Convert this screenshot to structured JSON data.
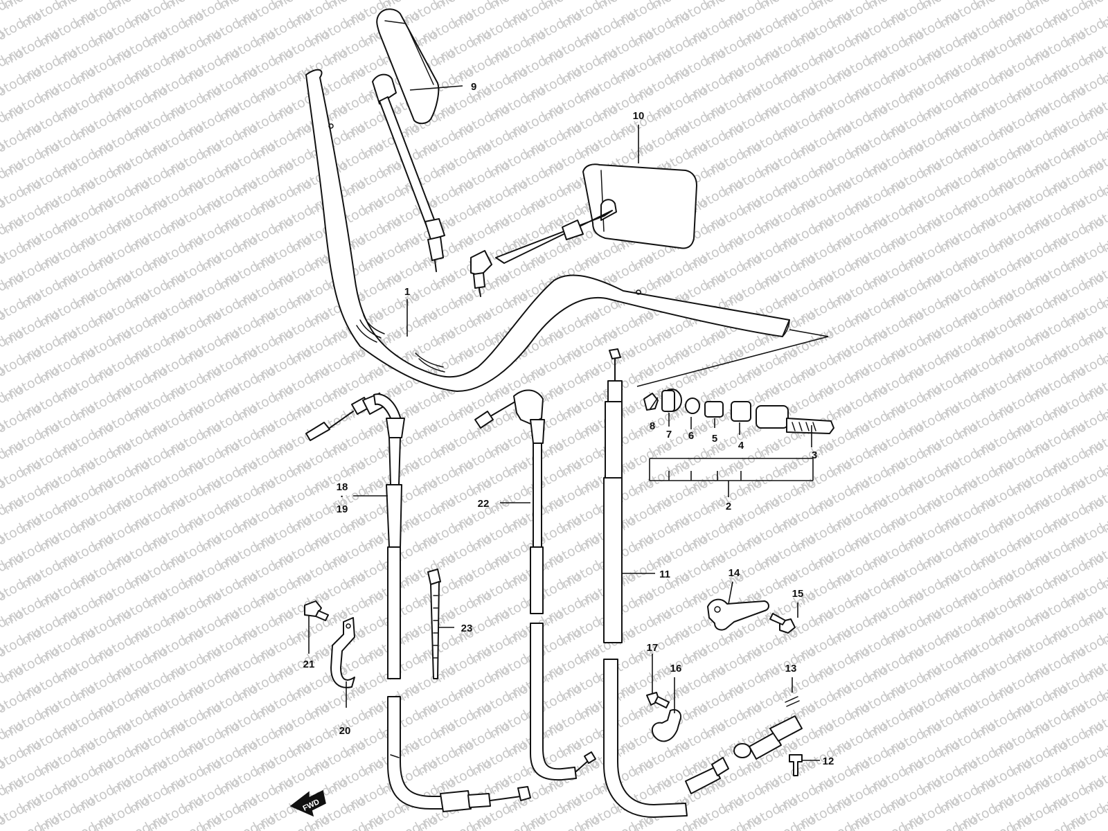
{
  "watermark": {
    "text": "motod.ru",
    "color": "#c8c8c8"
  },
  "direction_marker": {
    "text": "FWD",
    "icon": "fwd-arrow-icon"
  },
  "callouts": [
    {
      "id": "c1",
      "label": "1"
    },
    {
      "id": "c2",
      "label": "2"
    },
    {
      "id": "c3",
      "label": "3"
    },
    {
      "id": "c4",
      "label": "4"
    },
    {
      "id": "c5",
      "label": "5"
    },
    {
      "id": "c6",
      "label": "6"
    },
    {
      "id": "c7",
      "label": "7"
    },
    {
      "id": "c8",
      "label": "8"
    },
    {
      "id": "c9",
      "label": "9"
    },
    {
      "id": "c10",
      "label": "10"
    },
    {
      "id": "c11",
      "label": "11"
    },
    {
      "id": "c12",
      "label": "12"
    },
    {
      "id": "c13",
      "label": "13"
    },
    {
      "id": "c14",
      "label": "14"
    },
    {
      "id": "c15",
      "label": "15"
    },
    {
      "id": "c16",
      "label": "16"
    },
    {
      "id": "c17",
      "label": "17"
    },
    {
      "id": "c18",
      "label": "18"
    },
    {
      "id": "c18sep",
      "label": "·"
    },
    {
      "id": "c19",
      "label": "19"
    },
    {
      "id": "c20",
      "label": "20"
    },
    {
      "id": "c21",
      "label": "21"
    },
    {
      "id": "c22",
      "label": "22"
    },
    {
      "id": "c23",
      "label": "23"
    }
  ]
}
